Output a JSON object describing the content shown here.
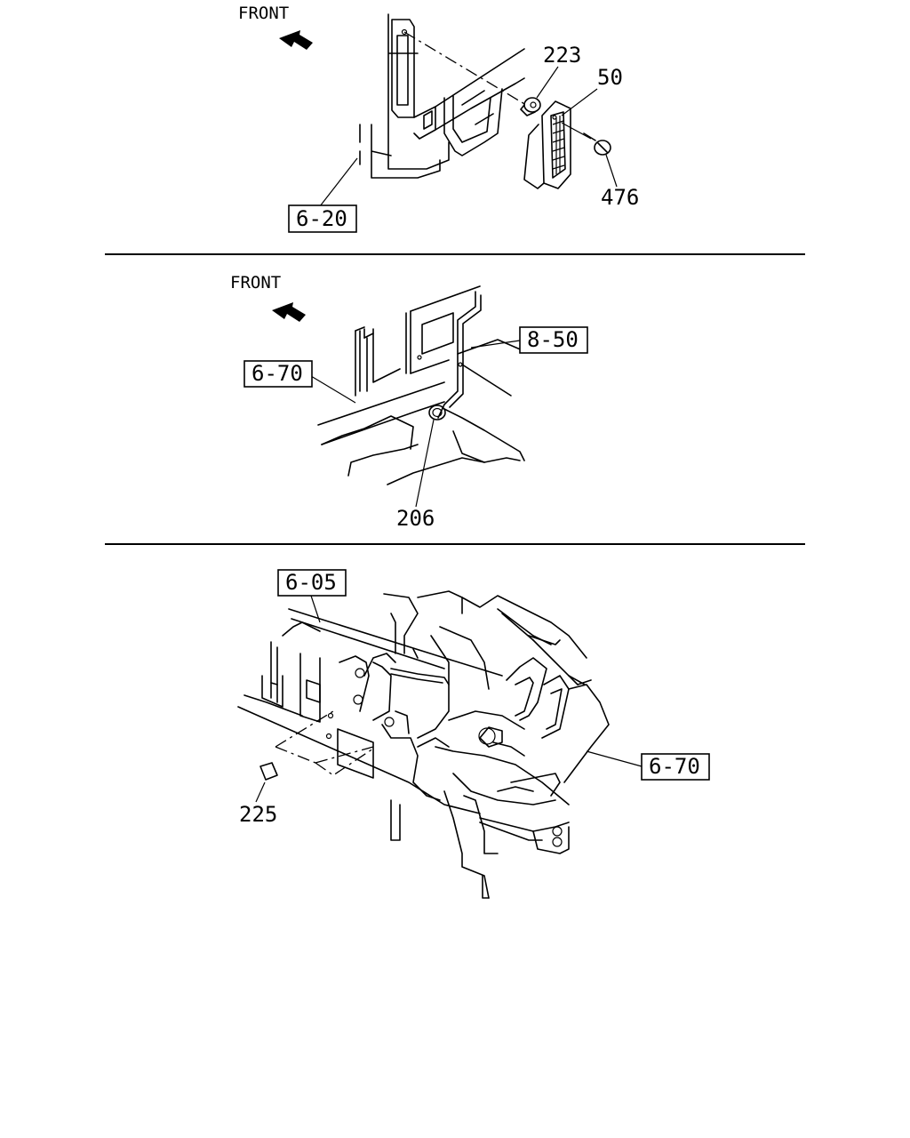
{
  "panels": [
    {
      "front_label": "FRONT",
      "callouts": [
        "223",
        "50",
        "476"
      ],
      "refs": [
        "6-20"
      ]
    },
    {
      "front_label": "FRONT",
      "callouts": [
        "206"
      ],
      "refs": [
        "8-50",
        "6-70"
      ]
    },
    {
      "callouts": [
        "225"
      ],
      "refs": [
        "6-05",
        "6-70"
      ]
    }
  ],
  "colors": {
    "line": "#000000",
    "background": "#ffffff"
  }
}
